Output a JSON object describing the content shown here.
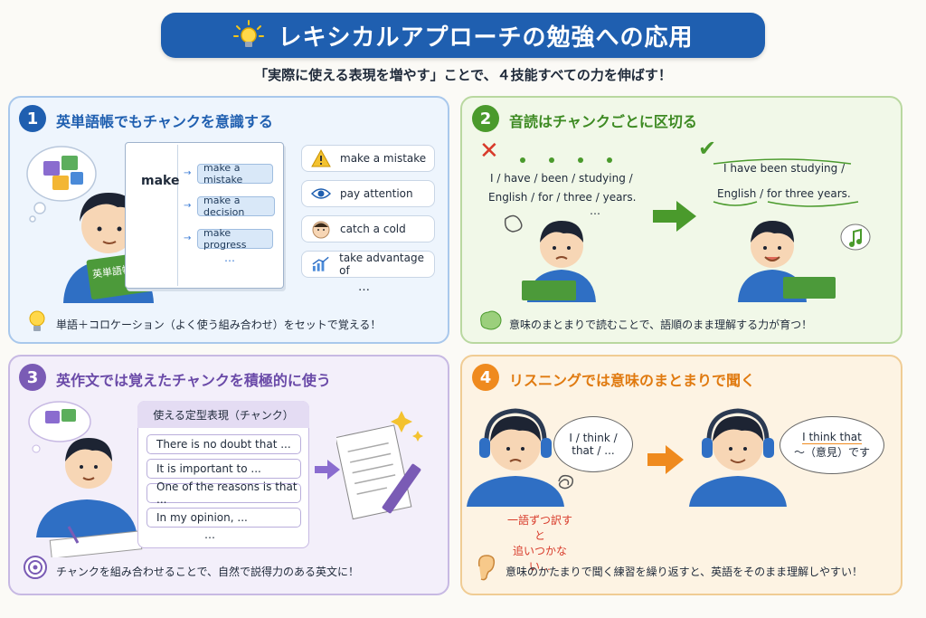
{
  "header": {
    "title": "レキシカルアプローチの勉強への応用",
    "subtitle": "「実際に使える表現を増やす」ことで、４技能すべての力を伸ばす！"
  },
  "panel1": {
    "number": "1",
    "heading": "英単語帳でもチャンクを意識する",
    "book_word": "make",
    "collocations": [
      "make a mistake",
      "make a decision",
      "make progress"
    ],
    "collocations_more": "…",
    "book_cover": "英単語帳",
    "chips": [
      {
        "icon": "warning-icon",
        "label": "make a mistake"
      },
      {
        "icon": "eye-icon",
        "label": "pay attention"
      },
      {
        "icon": "sick-face-icon",
        "label": "catch a cold"
      },
      {
        "icon": "growth-chart-icon",
        "label": "take advantage of"
      }
    ],
    "chips_more": "…",
    "footer": "単語＋コロケーション（よく使う組み合わせ）をセットで覚える！"
  },
  "panel2": {
    "number": "2",
    "heading": "音読はチャンクごとに区切る",
    "bad_line1": "I / have / been / studying /",
    "bad_line2": "English / for / three / years.",
    "bad_more": "…",
    "good_chunk1": "I have been studying /",
    "good_chunk2": "English / for three years.",
    "footer": "意味のまとまりで読むことで、語順のまま理解する力が育つ！"
  },
  "panel3": {
    "number": "3",
    "heading": "英作文では覚えたチャンクを積極的に使う",
    "list_title": "使える定型表現（チャンク）",
    "phrases": [
      "There is no doubt that ...",
      "It is important to ...",
      "One of the reasons is that ...",
      "In my opinion, ..."
    ],
    "phrases_more": "…",
    "footer": "チャンクを組み合わせることで、自然で説得力のある英文に！"
  },
  "panel4": {
    "number": "4",
    "heading": "リスニングでは意味のまとまりで聞く",
    "bad_bubble_line1": "I / think /",
    "bad_bubble_line2": "that / ...",
    "bad_caption_line1": "一語ずつ訳すと",
    "bad_caption_line2": "追いつかない…",
    "good_bubble_line1": "I think that",
    "good_bubble_line2": "～（意見）です",
    "footer": "意味のかたまりで聞く練習を繰り返すと、英語をそのまま理解しやすい！"
  },
  "colors": {
    "title_bg": "#1f5fb0",
    "panel1_accent": "#1f5fb0",
    "panel2_accent": "#4a9a2c",
    "panel3_accent": "#7a5bb5",
    "panel4_accent": "#ef8a1e",
    "error_red": "#d83a2a"
  }
}
